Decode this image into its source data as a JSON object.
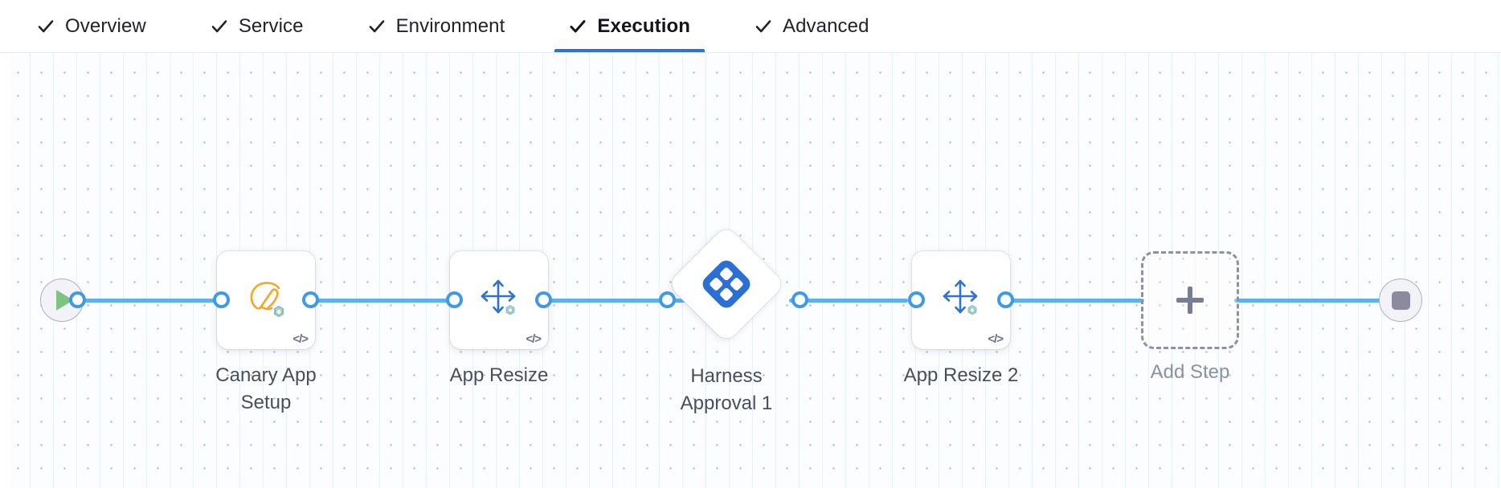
{
  "tabs": [
    {
      "label": "Overview",
      "icon": "check-icon",
      "active": false
    },
    {
      "label": "Service",
      "icon": "check-icon",
      "active": false
    },
    {
      "label": "Environment",
      "icon": "check-icon",
      "active": false
    },
    {
      "label": "Execution",
      "icon": "check-icon",
      "active": true
    },
    {
      "label": "Advanced",
      "icon": "check-icon",
      "active": false
    }
  ],
  "canvas": {
    "start_node": {
      "name": "start-node",
      "icon": "play-icon"
    },
    "end_node": {
      "name": "end-node",
      "icon": "stop-icon"
    },
    "steps": [
      {
        "label": "Canary App\nSetup",
        "icon": "tanzu-bird-icon",
        "badge": "</>",
        "shape": "card"
      },
      {
        "label": "App Resize",
        "icon": "resize-arrows-icon",
        "badge": "</>",
        "shape": "card"
      },
      {
        "label": "Harness\nApproval 1",
        "icon": "harness-logo-icon",
        "badge": "",
        "shape": "diamond"
      },
      {
        "label": "App Resize 2",
        "icon": "resize-arrows-icon",
        "badge": "</>",
        "shape": "card"
      }
    ],
    "add_step": {
      "label": "Add Step",
      "icon": "plus-icon"
    }
  },
  "colors": {
    "accent_blue": "#2e72d2",
    "link_blue": "#5eb0ef",
    "harness_blue": "#2b6fd4",
    "tanzu_orange": "#f5a623",
    "play_green": "#7cc47f",
    "stop_gray": "#8b8ba0",
    "label_gray": "#4a4e5c",
    "addstep_gray": "#8c90a3"
  }
}
